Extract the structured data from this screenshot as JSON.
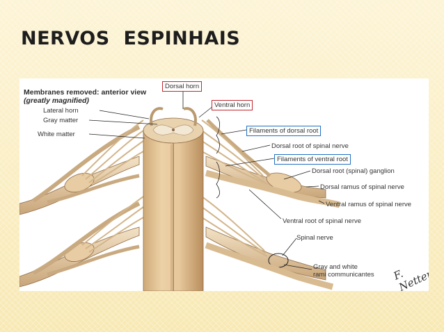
{
  "slide": {
    "title": "NERVOS  ESPINHAIS"
  },
  "figure": {
    "caption_line1": "Membranes removed: anterior view",
    "caption_line2": "(greatly magnified)",
    "signature": "F. Netter",
    "colors": {
      "red_box": "#c0262d",
      "blue_box": "#1f6fc2",
      "cord": "#e2c49a",
      "gray_matter": "#f1e6d2",
      "nerve": "#ecd5b1"
    },
    "labels": {
      "dorsal_horn": "Dorsal horn",
      "ventral_horn": "Ventral horn",
      "lateral_horn": "Lateral horn",
      "gray_matter": "Gray matter",
      "white_matter": "White matter",
      "filaments_dorsal_root": "Filaments of dorsal root",
      "dorsal_root_spinal_nerve": "Dorsal root of spinal nerve",
      "filaments_ventral_root": "Filaments of ventral root",
      "dorsal_root_ganglion": "Dorsal root (spinal) ganglion",
      "dorsal_ramus": "Dorsal ramus of spinal nerve",
      "ventral_ramus": "Ventral ramus of spinal nerve",
      "ventral_root_spinal_nerve": "Ventral root of spinal nerve",
      "spinal_nerve": "Spinal nerve",
      "gray_white_rami_1": "Gray and white",
      "gray_white_rami_2": "rami communicantes"
    }
  }
}
